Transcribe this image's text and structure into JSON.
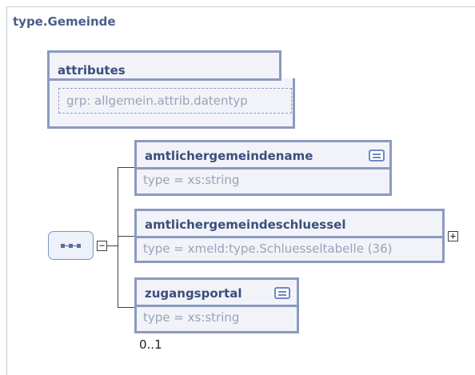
{
  "frame": {
    "title": "type.Gemeinde"
  },
  "attributes": {
    "label": "attributes",
    "group": "grp: allgemein.attrib.datentyp"
  },
  "sequence": {
    "expand_symbol": "−"
  },
  "elements": [
    {
      "name": "amtlichergemeindename",
      "type": "type = xs:string",
      "has_doc": true
    },
    {
      "name": "amtlichergemeindeschluessel",
      "type": "type = xmeld:type.Schluesseltabelle (36)",
      "expand_symbol": "+"
    },
    {
      "name": "zugangsportal",
      "type": "type = xs:string",
      "has_doc": true,
      "occurrence": "0..1"
    }
  ],
  "colors": {
    "title": "#4b5e8c",
    "box_border": "#8c9ac0",
    "box_fill": "#f1f3f8",
    "type_text": "#9aa3b8"
  }
}
